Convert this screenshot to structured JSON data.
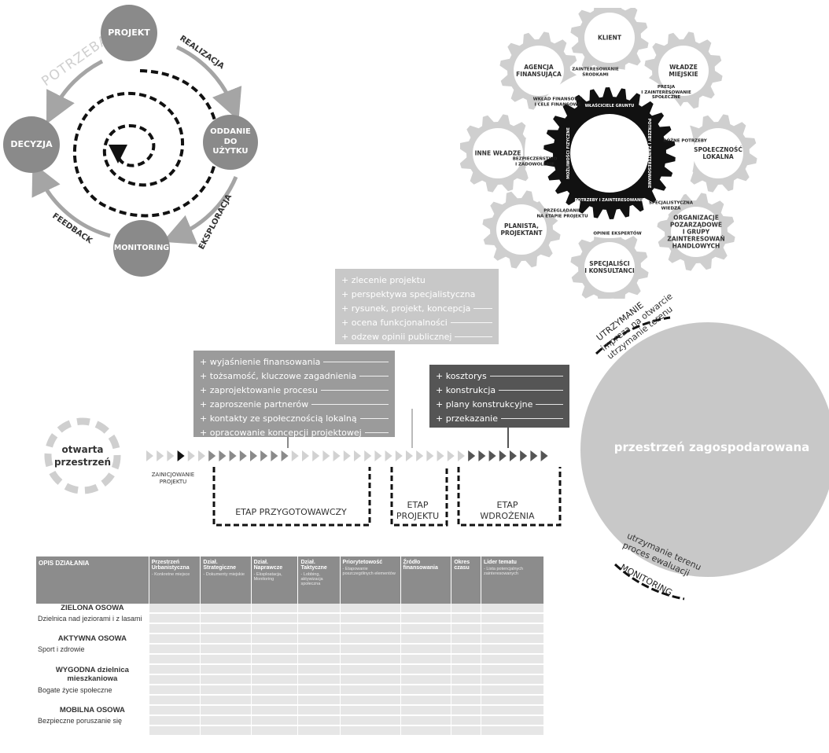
{
  "cycle": {
    "need_label": "POTRZEBA",
    "nodes": {
      "project": "PROJEKT",
      "opening": "ODDANIE\nDO\nUŻYTKU",
      "monitoring": "MONITORING",
      "decision": "DECYZJA"
    },
    "arcs": {
      "realization": "REALIZACJA",
      "exploration": "EKSPLORACJA",
      "feedback": "FEEDBACK"
    }
  },
  "gears": {
    "outer": [
      "KLIENT",
      "WŁADZE\nMIEJSKIE",
      "SPOŁECZNOŚĆ\nLOKALNA",
      "ORGANIZACJE\nPOZARZĄDOWE\nI GRUPY\nZAINTERESOWAŃ\nHANDLOWYCH",
      "SPECJALIŚCI\nI KONSULTANCI",
      "PLANISTA,\nPROJEKTANT",
      "INNE WŁADZE",
      "AGENCJA\nFINANSUJĄCA"
    ],
    "ring": [
      "ZAINTERESOWANIE\nŚRODKAMI",
      "PRESJA\nI ZAINTERESOWANIE\nSPOŁECZNE",
      "RÓŻNE POTRZEBY",
      "SPECJALISTYCZNA\nWIEDZA",
      "OPINIE EKSPERTÓW",
      "PRZEGLĄDANIE\nNA ETAPIE PROJEKTU",
      "BEZPIECZEŃSTWO\nI ZADOWOLENIE",
      "WKŁAD FINANSOWY\nI CELE FINANSOWE"
    ],
    "inner": [
      "WŁAŚCICIELE GRUNTU",
      "POTRZEBY I ZAINTERESOWANIE",
      "POTRZEBY I ZAINTERESOWANIE",
      "MOŻLIWOŚCI FIZYCZNE"
    ]
  },
  "phases": {
    "preparatory": [
      "+ wyjaśnienie finansowania",
      "+ tożsamość, kluczowe zagadnienia",
      "+ zaprojektowanie procesu",
      "+ zaproszenie partnerów",
      "+ kontakty ze społecznością lokalną",
      "+ opracowanie koncepcji projektowej"
    ],
    "project": [
      "+ zlecenie projektu",
      "+ perspektywa specjalistyczna",
      "+ rysunek, projekt, koncepcja",
      "+ ocena funkcjonalności",
      "+ odzew opinii publicznej"
    ],
    "implementation": [
      "+ kosztorys",
      "+ konstrukcja",
      "+ plany konstrukcyjne",
      "+ przekazanie"
    ]
  },
  "timeline": {
    "open_space": "otwarta\nprzestrzeń",
    "initiation": "ZAINICJOWANIE\nPROJEKTU",
    "stage_prep": "ETAP PRZYGOTOWAWCZY",
    "stage_project": "ETAP\nPROJEKTU",
    "stage_impl": "ETAP\nWDROŻENIA",
    "developed": "przestrzeń zagospodarowana",
    "maintenance": "UTRZYMANIE",
    "maintenance_text": "impreza na otwarcie\nutrzymanie terenu",
    "monitoring": "MONITORING",
    "monitoring_text": "utrzymanie terenu\nproces ewaluacji"
  },
  "table": {
    "headers": [
      {
        "title": "OPIS DZIAŁANIA",
        "sub": ""
      },
      {
        "title": "Przestrzeń Urbanistyczna",
        "sub": "- Konkretne miejsce"
      },
      {
        "title": "Dział. Strategiczne",
        "sub": "- Dokumenty miejskie"
      },
      {
        "title": "Dział. Naprawcze",
        "sub": "- Eksploatacja, Monitoring"
      },
      {
        "title": "Dział. Taktyczne",
        "sub": "- Lobbing, aktywizacja społeczna"
      },
      {
        "title": "Priorytetowość",
        "sub": "- Etapowanie poszczególnych elementów"
      },
      {
        "title": "Źródło finansowania",
        "sub": ""
      },
      {
        "title": "Okres czasu",
        "sub": ""
      },
      {
        "title": "Lider tematu",
        "sub": "- Lista potencjalnych zainteresowanych"
      }
    ],
    "groups": [
      {
        "title": "ZIELONA OSOWA",
        "desc": "Dzielnica nad jeziorami i z lasami"
      },
      {
        "title": "AKTYWNA OSOWA",
        "desc": "Sport i zdrowie"
      },
      {
        "title": "WYGODNA dzielnica mieszkaniowa",
        "desc": "Bogate życie społeczne"
      },
      {
        "title": "MOBILNA OSOWA",
        "desc": "Bezpieczne poruszanie się"
      }
    ]
  },
  "colors": {
    "node_gray": "#8a8a8a",
    "light_gray": "#c8c8c8",
    "mid_gray": "#9b9b9b",
    "dark_gray": "#555555",
    "black": "#111111"
  }
}
